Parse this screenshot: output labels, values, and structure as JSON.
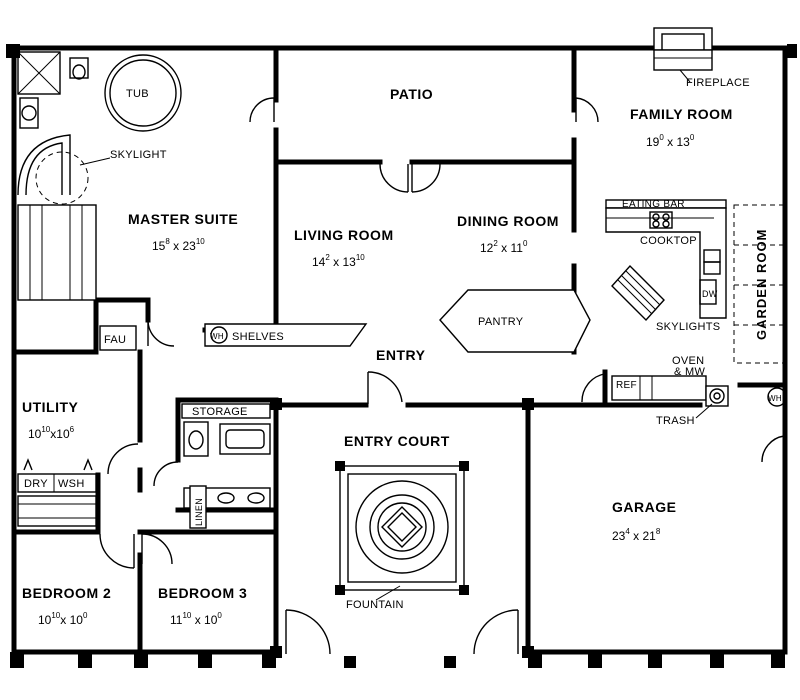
{
  "rooms": {
    "tub": "TUB",
    "skylight": "SKYLIGHT",
    "master_suite": "MASTER SUITE",
    "master_dim": {
      "a": "15",
      "as": "8",
      "b": "23",
      "bs": "10"
    },
    "patio": "PATIO",
    "living_room": "LIVING ROOM",
    "living_dim": {
      "a": "14",
      "as": "2",
      "b": "13",
      "bs": "10"
    },
    "dining_room": "DINING ROOM",
    "dining_dim": {
      "a": "12",
      "as": "2",
      "b": "11",
      "bs": "0"
    },
    "family_room": "FAMILY ROOM",
    "family_dim": {
      "a": "19",
      "as": "0",
      "b": "13",
      "bs": "0"
    },
    "fireplace": "FIREPLACE",
    "eating_bar": "EATING BAR",
    "cooktop": "COOKTOP",
    "dw": "DW",
    "garden_room": "GARDEN ROOM",
    "skylights": "SKYLIGHTS",
    "pantry": "PANTRY",
    "wh": "WH",
    "shelves": "SHELVES",
    "fau": "FAU",
    "entry": "ENTRY",
    "oven_mw_1": "OVEN",
    "oven_mw_2": "& MW",
    "ref": "REF",
    "trash": "TRASH",
    "utility": "UTILITY",
    "utility_dim": {
      "a": "10",
      "as": "10",
      "b": "10",
      "bs": "6"
    },
    "storage": "STORAGE",
    "dry": "DRY",
    "wsh": "WSH",
    "linen": "LINEN",
    "entry_court": "ENTRY COURT",
    "fountain": "FOUNTAIN",
    "garage": "GARAGE",
    "garage_dim": {
      "a": "23",
      "as": "4",
      "b": "21",
      "bs": "8"
    },
    "bedroom2": "BEDROOM 2",
    "bedroom2_dim": {
      "a": "10",
      "as": "10",
      "b": "10",
      "bs": "0"
    },
    "bedroom3": "BEDROOM 3",
    "bedroom3_dim": {
      "a": "11",
      "as": "10",
      "b": "10",
      "bs": "0"
    }
  }
}
